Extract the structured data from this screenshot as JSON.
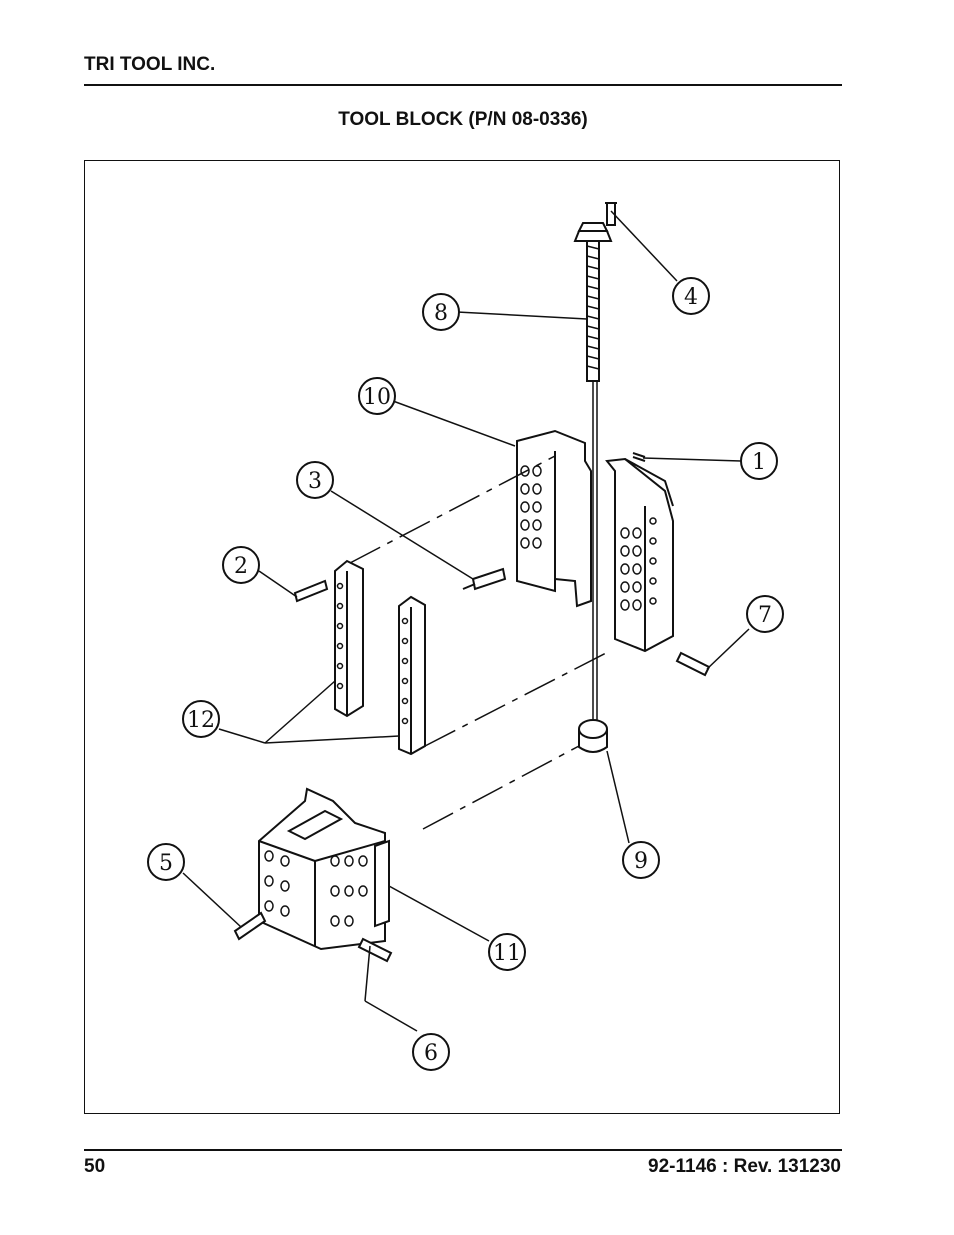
{
  "header": {
    "company": "TRI TOOL INC."
  },
  "title": "TOOL BLOCK (P/N 08-0336)",
  "diagram": {
    "callouts": [
      "1",
      "2",
      "3",
      "4",
      "5",
      "6",
      "7",
      "8",
      "9",
      "10",
      "11",
      "12"
    ]
  },
  "footer": {
    "page_number": "50",
    "doc_rev": "92-1146 : Rev. 131230"
  }
}
